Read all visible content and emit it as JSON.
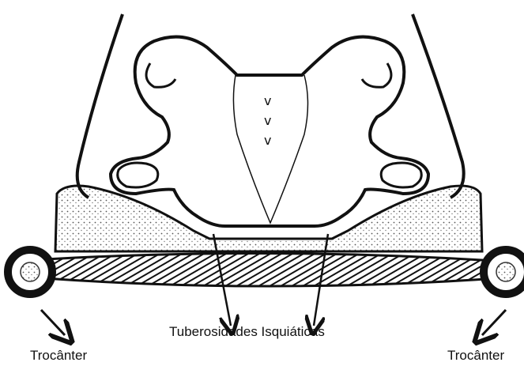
{
  "labels": {
    "tuberosidades": "Tuberosidades Isquiáticas",
    "trocanter_left": "Trocânter",
    "trocanter_right": "Trocânter"
  },
  "marks": [
    "v",
    "v",
    "v"
  ],
  "colors": {
    "ink": "#111111",
    "stipple": "#555555",
    "background": "#ffffff"
  }
}
